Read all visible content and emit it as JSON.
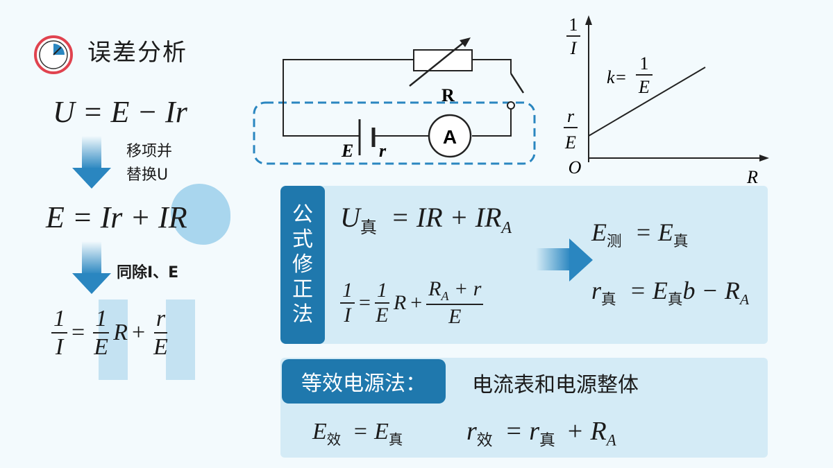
{
  "title": "误差分析",
  "left": {
    "eq1": "U = E − Ir",
    "step1_line1": "移项并",
    "step1_line2": "替换U",
    "eq2_left": "E = Ir + ",
    "eq2_highlight": "IR",
    "step2": "同除I、E",
    "eq3": {
      "lhs_num": "1",
      "lhs_den": "I",
      "eq": "=",
      "t1_num": "1",
      "t1_den": "E",
      "t1_var": "R",
      "plus": "+",
      "t2_num": "r",
      "t2_den": "E"
    }
  },
  "circuit": {
    "R_label": "R",
    "A_label": "A",
    "E_label": "E",
    "r_label": "r"
  },
  "graph": {
    "y_num": "1",
    "y_den": "I",
    "slope_prefix": "k=",
    "slope_num": "1",
    "slope_den": "E",
    "icpt_num": "r",
    "icpt_den": "E",
    "origin": "O",
    "x_axis": "R"
  },
  "formula_panel": {
    "tab": [
      "公",
      "式",
      "修",
      "正",
      "法"
    ],
    "eq1_lhs": "U",
    "eq1_sub": "真",
    "eq1_rhs": "= IR + IR",
    "eq1_rhs_sub": "A",
    "eq2": {
      "lhs_num": "1",
      "lhs_den": "I",
      "eq": "=",
      "t1_num": "1",
      "t1_den": "E",
      "t1_var": "R",
      "plus": "+",
      "t2_num": "R",
      "t2_num_sub": "A",
      "t2_num_rest": " + r",
      "t2_den": "E"
    },
    "res1_lhs": "E",
    "res1_sub": "测",
    "res1_mid": "= E",
    "res1_sub2": "真",
    "res2_lhs": "r",
    "res2_sub": "真",
    "res2_mid": "= E",
    "res2_sub2": "真",
    "res2_rest": "b − R",
    "res2_sub3": "A"
  },
  "equiv_panel": {
    "tab": "等效电源法：",
    "desc": "电流表和电源整体",
    "eq1_lhs": "E",
    "eq1_sub": "效",
    "eq1_mid": "= E",
    "eq1_sub2": "真",
    "eq2_lhs": "r",
    "eq2_sub": "效",
    "eq2_mid": "= r",
    "eq2_sub2": "真",
    "eq2_rest": " + R",
    "eq2_sub3": "A"
  },
  "colors": {
    "accent": "#1f78ad",
    "panel": "#d4ebf6",
    "arrow": "#2a86c0",
    "icon_ring": "#e0434f"
  }
}
